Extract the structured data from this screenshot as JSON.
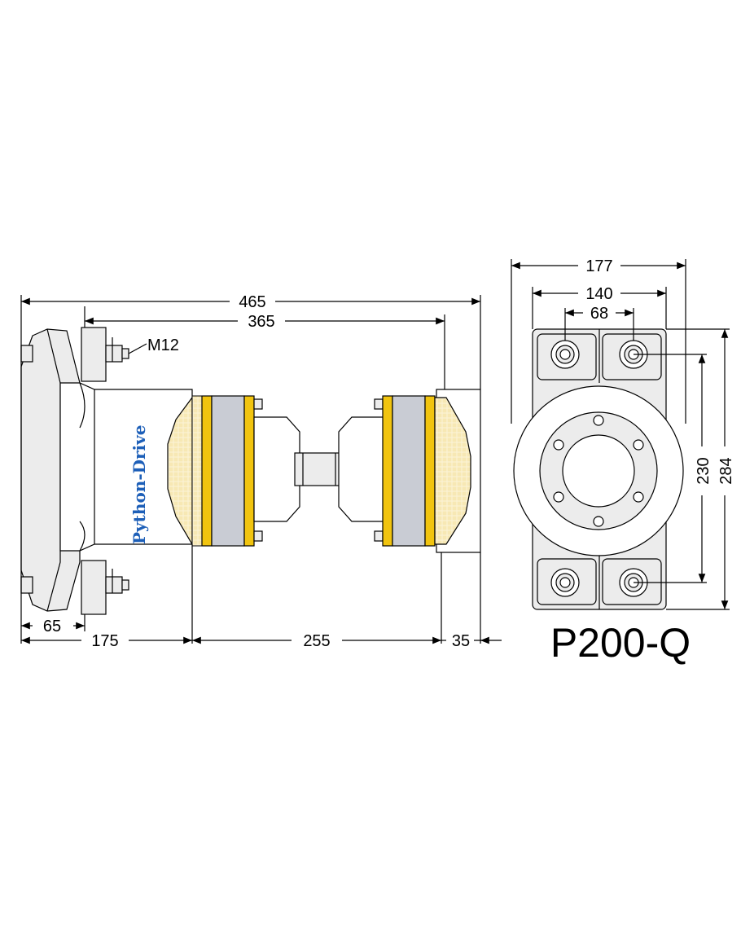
{
  "model": "P200-Q",
  "brand_text": "Python-Drive",
  "thread_label": "M12",
  "side_view": {
    "overall_length": "465",
    "mount_span": "365",
    "flange_width": "65",
    "bearing_offset": "175",
    "shaft_length": "255",
    "end_offset": "35"
  },
  "end_view": {
    "outer_width": "177",
    "bolt_spacing_outer": "140",
    "bolt_spacing_inner": "68",
    "bolt_spacing_vertical": "230",
    "outer_height": "284"
  },
  "colors": {
    "coupling_yellow": "#f1c40f",
    "cushion_fill": "#f6e7b0",
    "body_gray": "#ececec",
    "disc_gray": "#c9ccd4",
    "brand_blue": "#1d5fb8"
  }
}
